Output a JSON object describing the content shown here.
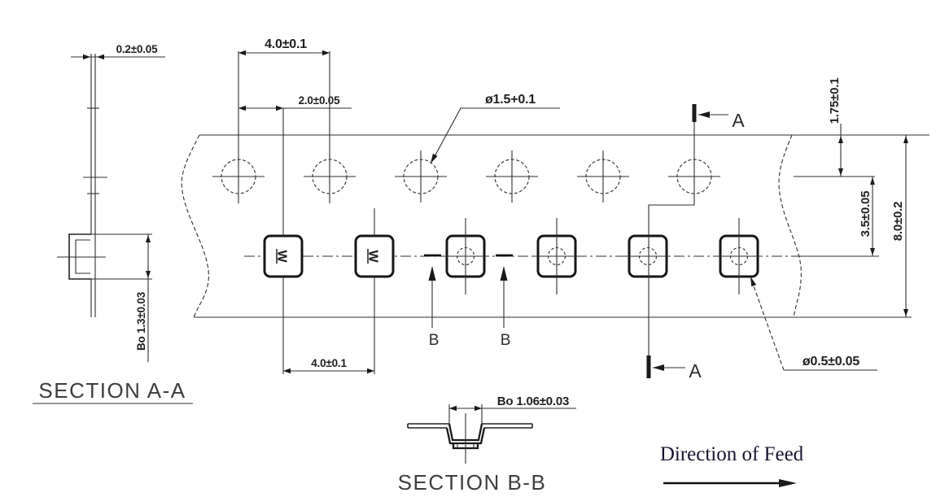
{
  "section_a": {
    "title": "SECTION A-A",
    "thickness_dim": "0.2±0.05",
    "pocket_depth_dim": "Bo 1.3±0.03"
  },
  "tape_view": {
    "sprocket_pitch_dim": "4.0±0.1",
    "hole_to_pocket_offset_dim": "2.0±0.05",
    "sprocket_hole_dia_dim": "ø1.5+0.1",
    "edge_to_hole_dim": "1.75±0.1",
    "hole_to_pocket_center_dim": "3.5±0.05",
    "tape_width_dim": "8.0±0.2",
    "pocket_pitch_dim": "4.0±0.1",
    "pocket_hole_dia_dim": "ø0.5±0.05",
    "section_marker_a": "A",
    "section_marker_b": "B",
    "component_mark": "W",
    "sprocket_hole_count": 6,
    "pocket_count": 6
  },
  "section_b": {
    "title": "SECTION B-B",
    "pocket_width_dim": "Bo 1.06±0.03"
  },
  "footer": {
    "direction_label": "Direction of Feed"
  }
}
